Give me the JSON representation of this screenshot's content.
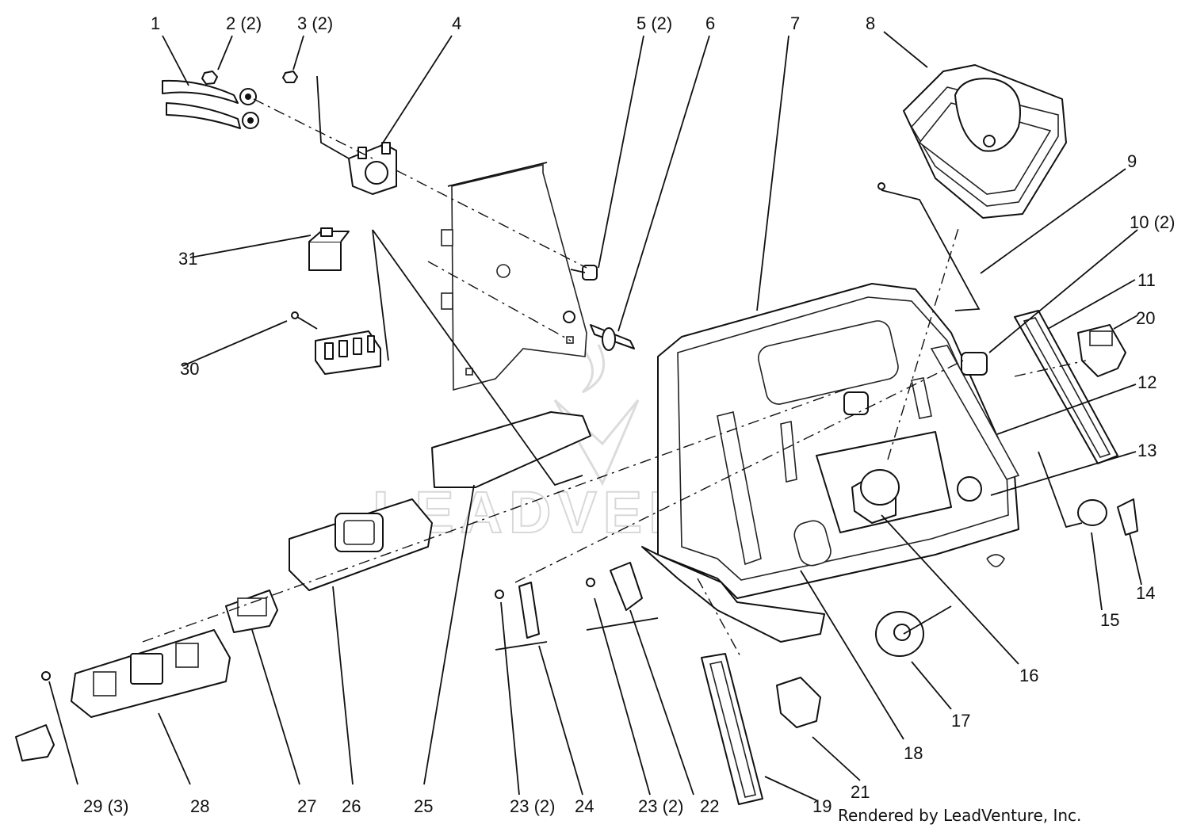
{
  "diagram": {
    "callouts": [
      {
        "id": "c1",
        "text": "1"
      },
      {
        "id": "c2",
        "text": "2 (2)"
      },
      {
        "id": "c3",
        "text": "3 (2)"
      },
      {
        "id": "c4",
        "text": "4"
      },
      {
        "id": "c5",
        "text": "5 (2)"
      },
      {
        "id": "c6",
        "text": "6"
      },
      {
        "id": "c7",
        "text": "7"
      },
      {
        "id": "c8",
        "text": "8"
      },
      {
        "id": "c9",
        "text": "9"
      },
      {
        "id": "c10",
        "text": "10 (2)"
      },
      {
        "id": "c11",
        "text": "11"
      },
      {
        "id": "c12",
        "text": "12"
      },
      {
        "id": "c13",
        "text": "13"
      },
      {
        "id": "c14",
        "text": "14"
      },
      {
        "id": "c15",
        "text": "15"
      },
      {
        "id": "c16",
        "text": "16"
      },
      {
        "id": "c17",
        "text": "17"
      },
      {
        "id": "c18",
        "text": "18"
      },
      {
        "id": "c19",
        "text": "19"
      },
      {
        "id": "c20",
        "text": "20"
      },
      {
        "id": "c21",
        "text": "21"
      },
      {
        "id": "c22",
        "text": "22"
      },
      {
        "id": "c23a",
        "text": "23 (2)"
      },
      {
        "id": "c23b",
        "text": "23 (2)"
      },
      {
        "id": "c24",
        "text": "24"
      },
      {
        "id": "c25",
        "text": "25"
      },
      {
        "id": "c26",
        "text": "26"
      },
      {
        "id": "c27",
        "text": "27"
      },
      {
        "id": "c28",
        "text": "28"
      },
      {
        "id": "c29",
        "text": "29 (3)"
      },
      {
        "id": "c30",
        "text": "30"
      },
      {
        "id": "c31",
        "text": "31"
      }
    ],
    "footer": "Rendered by LeadVenture, Inc.",
    "watermark": "LEADVENTURE"
  }
}
